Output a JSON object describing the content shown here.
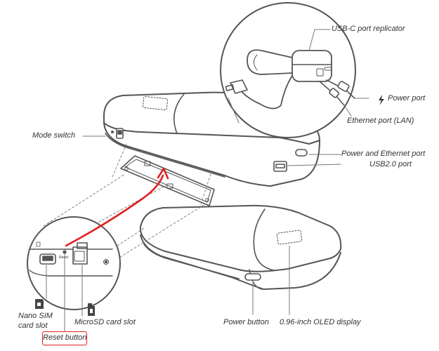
{
  "labels": {
    "usbc_replicator": "USB-C port replicator",
    "power_port": "Power port",
    "ethernet_port": "Ethernet port (LAN)",
    "mode_switch": "Mode switch",
    "power_ethernet_port": "Power and Ethernet port",
    "usb2_port": "USB2.0 port",
    "nano_sim": "Nano SIM\ncard slot",
    "microsd": "MicroSD card slot",
    "reset_button": "Reset button",
    "power_button": "Power button",
    "oled_display": "0.96-inch OLED display",
    "reset_tiny": "Reset"
  },
  "colors": {
    "line": "#555555",
    "highlight": "#e02020"
  }
}
